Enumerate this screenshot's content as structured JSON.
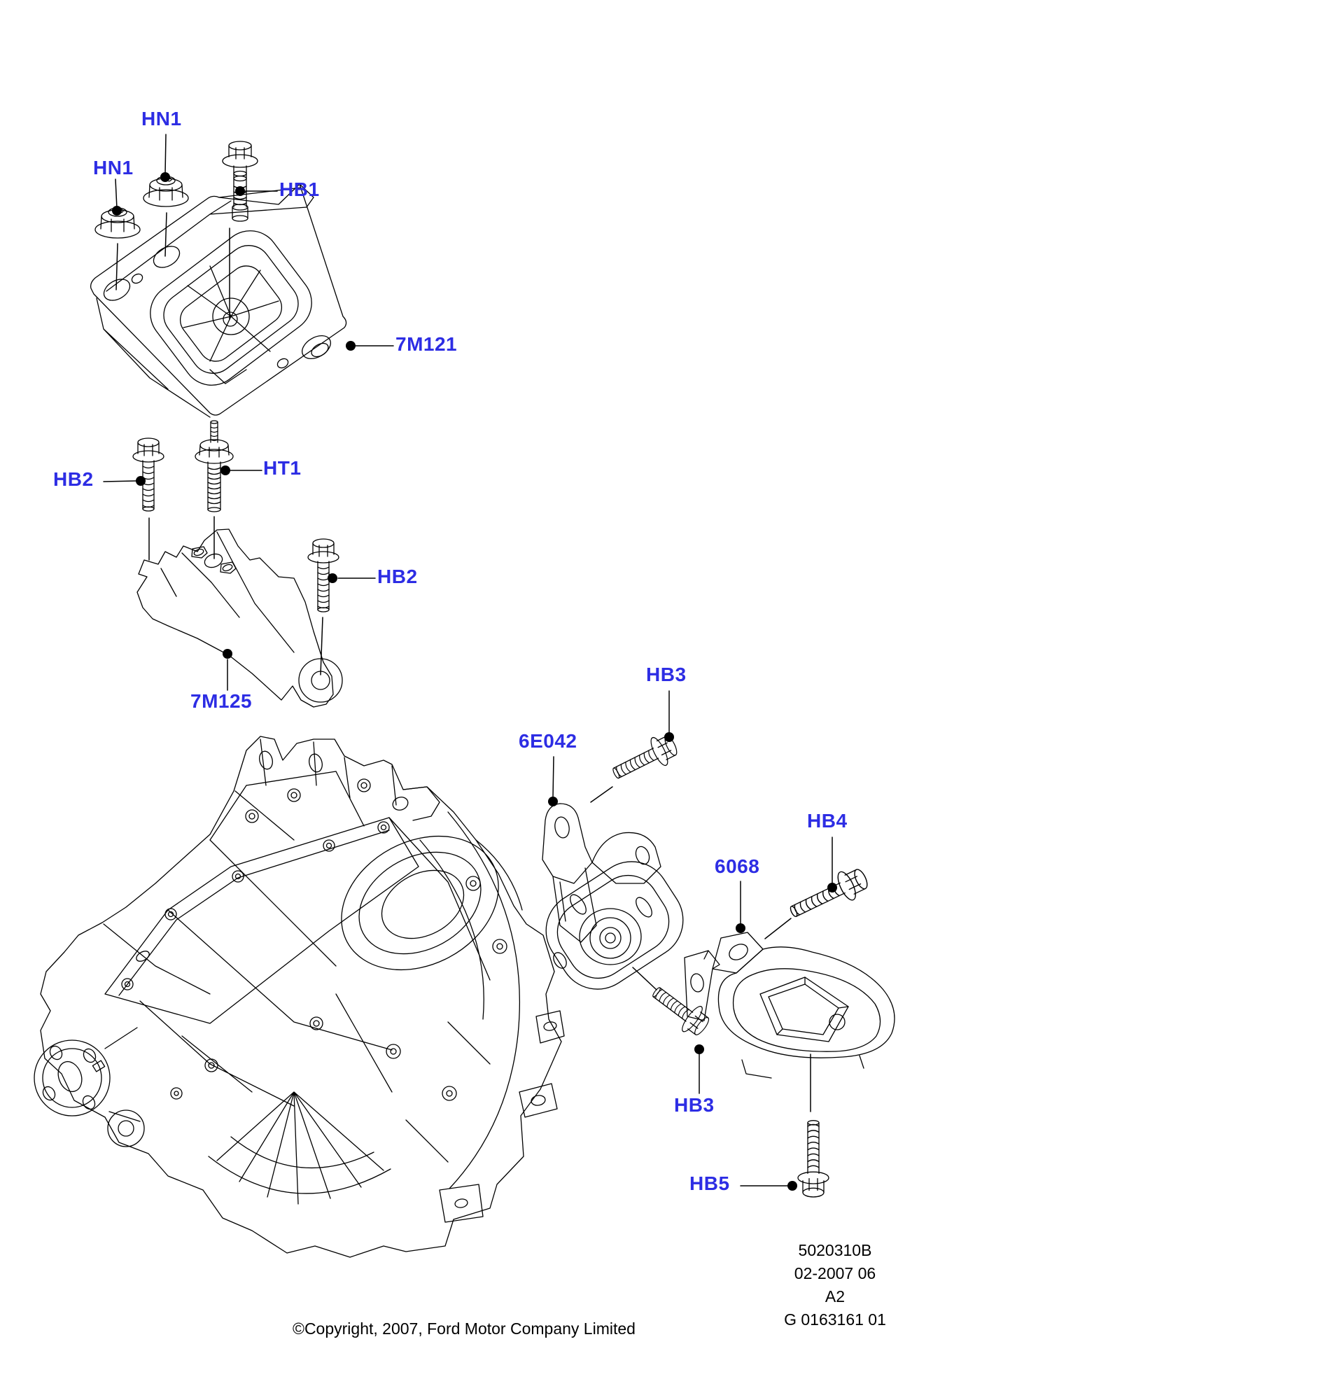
{
  "colors": {
    "callout_text": "#2d2de4",
    "drawing_stroke": "#000000",
    "footer_text": "#000000"
  },
  "diagram": {
    "callouts": [
      {
        "label": "HN1"
      },
      {
        "label": "HN1"
      },
      {
        "label": "HB1"
      },
      {
        "label": "7M121"
      },
      {
        "label": "HB2"
      },
      {
        "label": "HT1"
      },
      {
        "label": "HB2"
      },
      {
        "label": "7M125"
      },
      {
        "label": "6E042"
      },
      {
        "label": "HB3"
      },
      {
        "label": "6068"
      },
      {
        "label": "HB4"
      },
      {
        "label": "HB3"
      },
      {
        "label": "HB5"
      }
    ]
  },
  "footer": {
    "copyright": "©Copyright, 2007, Ford Motor Company Limited",
    "drawing_info": {
      "catalog_code": "5020310B",
      "date_code": "02-2007 06",
      "sheet_code": "A2",
      "drawing_number": "G 0163161 01"
    }
  }
}
